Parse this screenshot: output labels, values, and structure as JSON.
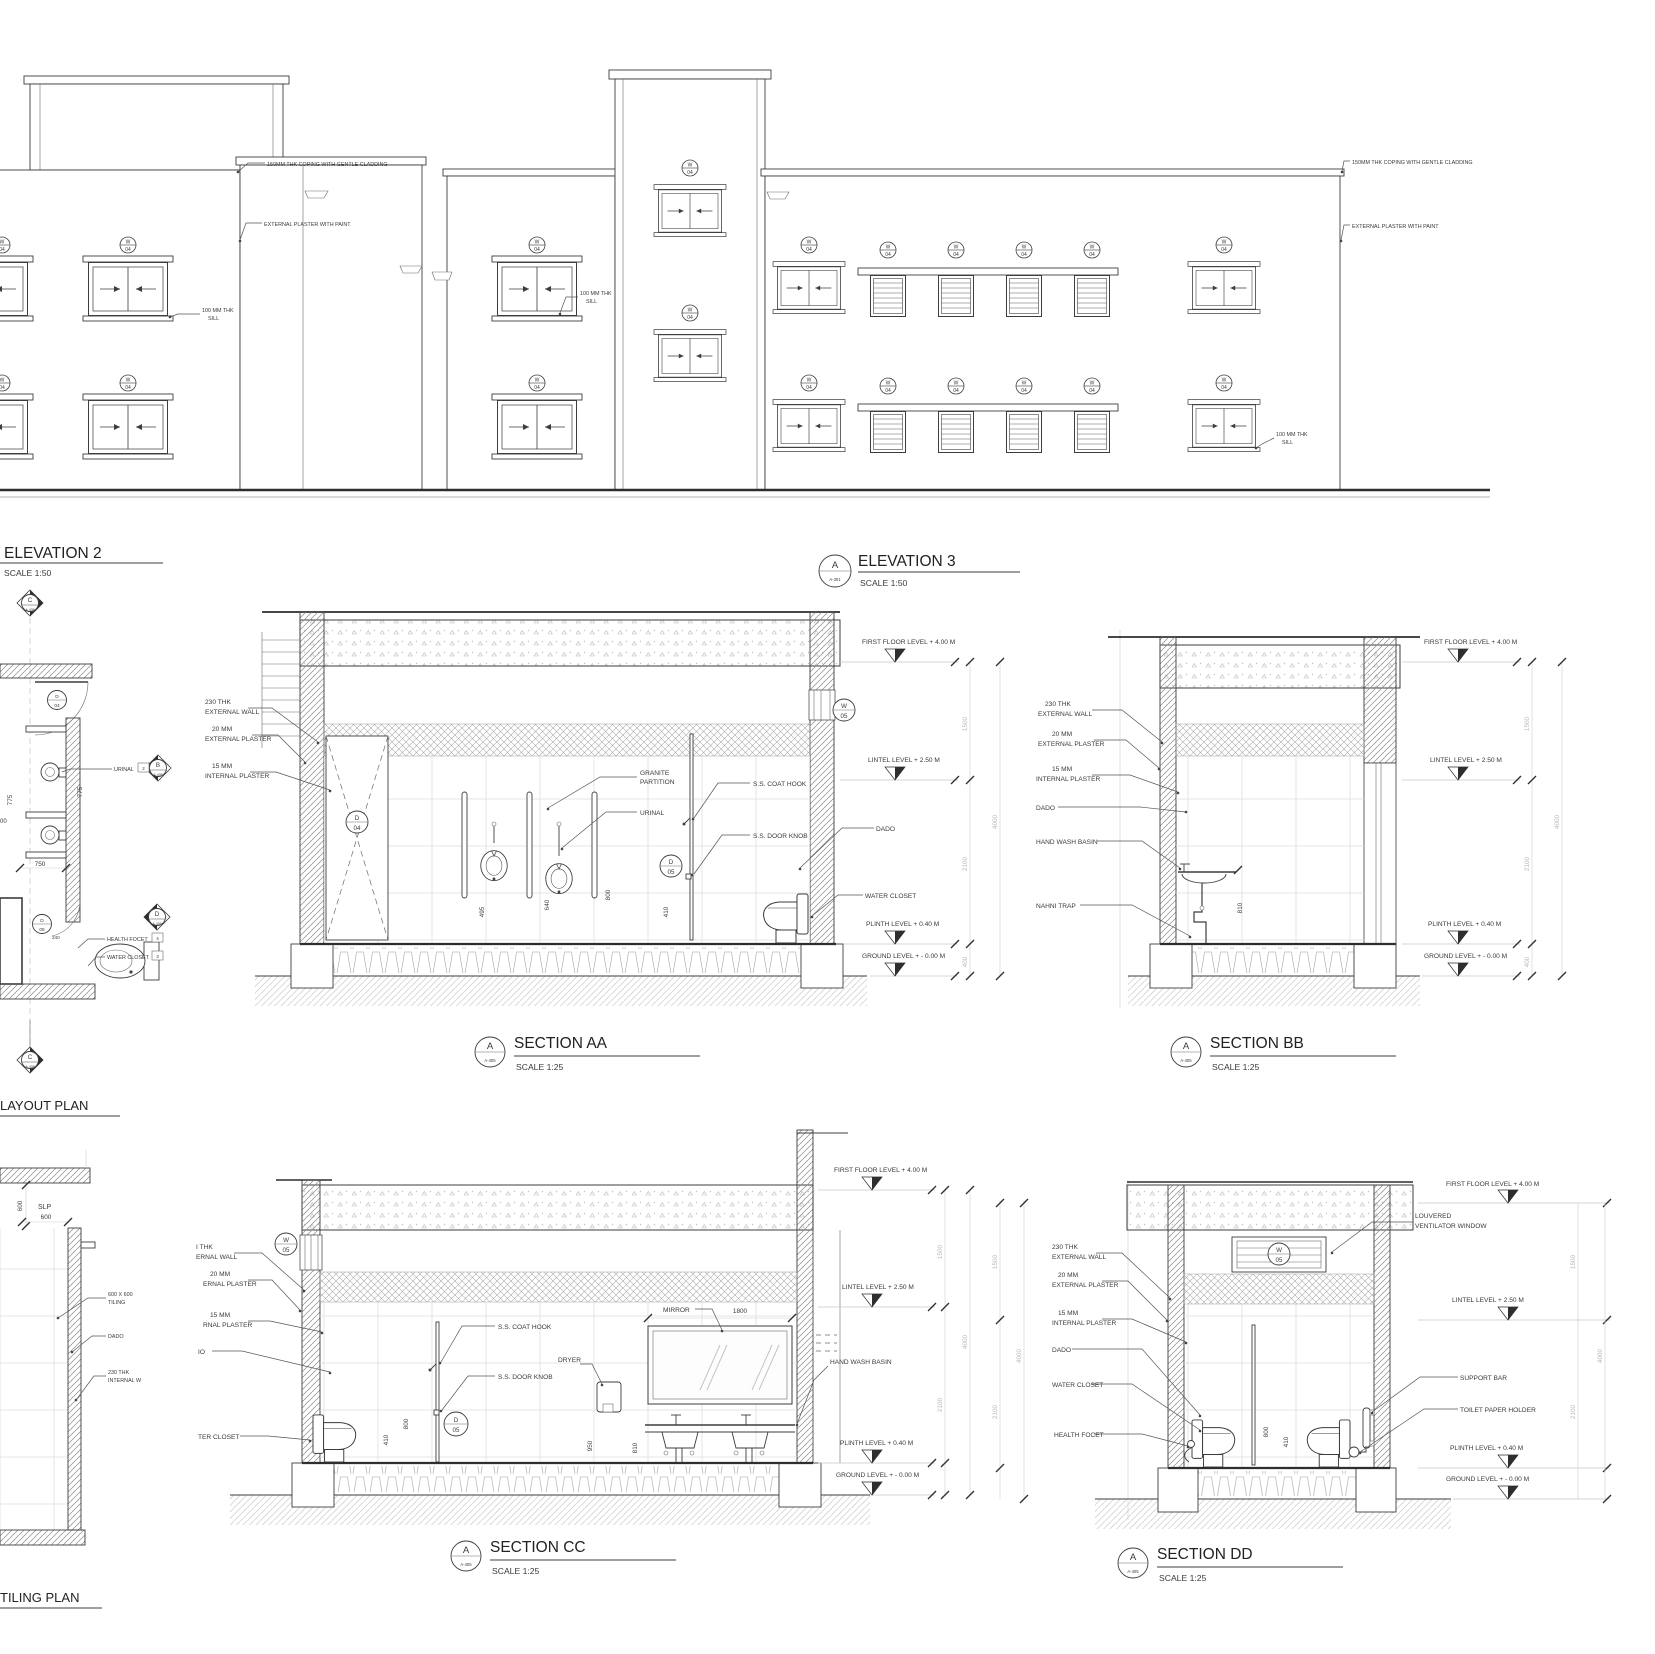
{
  "elev2": {
    "title": "ELEVATION 2",
    "scale": "SCALE 1:50",
    "coping": "150MM THK COPING WITH GENTLE CLADDING",
    "plaster": "EXTERNAL PLASTER WITH PAINT",
    "sill1": "100 MM THK",
    "sill2": "SILL"
  },
  "elev3": {
    "bubble": "A",
    "ref": "A-301",
    "title": "ELEVATION 3",
    "scale": "SCALE 1:50",
    "coping": "150MM THK COPING WITH GENTLE CLADDING",
    "plaster": "EXTERNAL PLASTER WITH PAINT",
    "sill1": "100 MM THK",
    "sill2": "SILL"
  },
  "wtag": {
    "l": "W",
    "n": "04"
  },
  "levels": {
    "ffl": "FIRST FLOOR LEVEL + 4.00 M",
    "lintel": "LINTEL LEVEL + 2.50 M",
    "plinth": "PLINTH LEVEL + 0.40 M",
    "ground": "GROUND LEVEL + - 0.00 M"
  },
  "notes": {
    "thk1": "230 THK",
    "thk2": "EXTERNAL WALL",
    "ep1": "20 MM",
    "ep2": "EXTERNAL PLASTER",
    "ip1": "15 MM",
    "ip2": "INTERNAL PLASTER",
    "dado": "DADO"
  },
  "plan": {
    "title": "LAYOUT PLAN",
    "urinal": "URINAL",
    "urinal_no": "2",
    "hf": "HEALTH FOCET",
    "hf_no": "4",
    "wc": "WATER CLOSET",
    "wc_no": "3",
    "mC": "C",
    "mB": "B",
    "mD": "D",
    "mref": "A-405",
    "d04l": "D",
    "d04n": "04",
    "d05l": "D",
    "d05n": "05",
    "d750": "750",
    "d775": "775",
    "d240": "240",
    "d00": "00"
  },
  "tiling": {
    "title": "TILING PLAN",
    "slp": "SLP",
    "tile1": "600 X 600",
    "tile2": "TILING",
    "dado": "DADO",
    "w1": "230 THK",
    "w2": "INTERNAL W",
    "d600a": "600",
    "d600b": "600"
  },
  "aa": {
    "bubble": "A",
    "ref": "A-405",
    "title": "SECTION AA",
    "scale": "SCALE 1:25",
    "granite1": "GRANITE",
    "granite2": "PARTITION",
    "urinal": "URINAL",
    "hook": "S.S. COAT HOOK",
    "knob": "S.S. DOOR KNOB",
    "dado": "DADO",
    "wc": "WATER CLOSET",
    "w05l": "W",
    "w05n": "05",
    "d04l": "D",
    "d04n": "04",
    "d05l": "D",
    "d05n": "05",
    "d495": "495",
    "d640": "640",
    "d800": "800",
    "d410": "410",
    "c1500": "1500",
    "c2100": "2100",
    "c4000": "4000",
    "c400": "400"
  },
  "bb": {
    "bubble": "A",
    "ref": "A-405",
    "title": "SECTION BB",
    "scale": "SCALE 1:25",
    "dado": "DADO",
    "basin": "HAND WASH BASIN",
    "nahni": "NAHNI TRAP",
    "d810": "810",
    "c1500": "1500",
    "c2100": "2100",
    "c4000": "4000",
    "c400": "400"
  },
  "cc": {
    "bubble": "A",
    "ref": "A-405",
    "title": "SECTION CC",
    "scale": "SCALE 1:25",
    "n1a": "I THK",
    "n1b": "ERNAL WALL",
    "n2a": "20 MM",
    "n2b": "ERNAL PLASTER",
    "n3a": "15 MM",
    "n3b": "RNAL PLASTER",
    "n4": "IO",
    "n5": "TER CLOSET",
    "hook": "S.S. COAT HOOK",
    "knob": "S.S. DOOR KNOB",
    "dryer": "DRYER",
    "mirror": "MIRROR",
    "basin": "HAND WASH BASIN",
    "w05l": "W",
    "w05n": "05",
    "d05l": "D",
    "d05n": "05",
    "d1800": "1800",
    "d410": "410",
    "d800": "800",
    "d950": "950",
    "d810": "810",
    "c1500": "1500",
    "c2100": "2100",
    "c4000": "4000"
  },
  "dd": {
    "bubble": "A",
    "ref": "A-405",
    "title": "SECTION DD",
    "scale": "SCALE 1:25",
    "dado": "DADO",
    "wc": "WATER CLOSET",
    "hf": "HEALTH FOCET",
    "louv1": "LOUVERED",
    "louv2": "VENTILATOR WINDOW",
    "bar": "SUPPORT BAR",
    "tph": "TOILET PAPER HOLDER",
    "w05l": "W",
    "w05n": "05",
    "d800": "800",
    "d410": "410",
    "c1500": "1500",
    "c2100": "2100",
    "c4000": "4000"
  }
}
